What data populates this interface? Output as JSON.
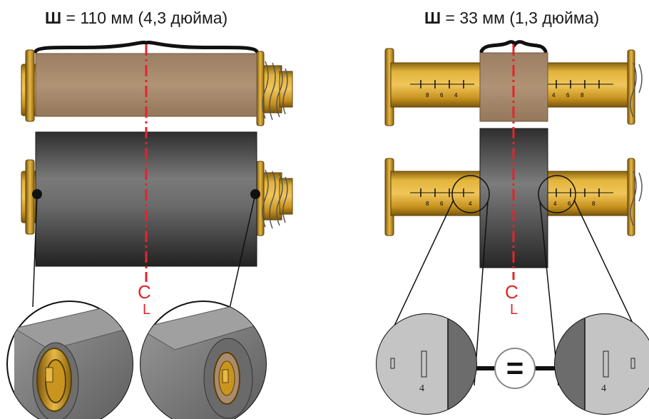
{
  "left": {
    "width_symbol": "Ш",
    "width_rest": " = 110 мм (4,3 дюйма)"
  },
  "right": {
    "width_symbol": "Ш",
    "width_rest": " = 33 мм (1,3 дюйма)"
  },
  "centerline_symbol": "C",
  "centerline_sub": "L",
  "scale_ticks": [
    "8",
    "6",
    "4"
  ],
  "zoom_tick_label": "4",
  "equals_symbol": "=",
  "colors": {
    "spindle_gold": "#d4a12a",
    "spindle_dark": "#8a6410",
    "core_tan": "#a98b6d",
    "ribbon_dark": "#3a3a3a",
    "centerline_red": "#e3242b"
  }
}
